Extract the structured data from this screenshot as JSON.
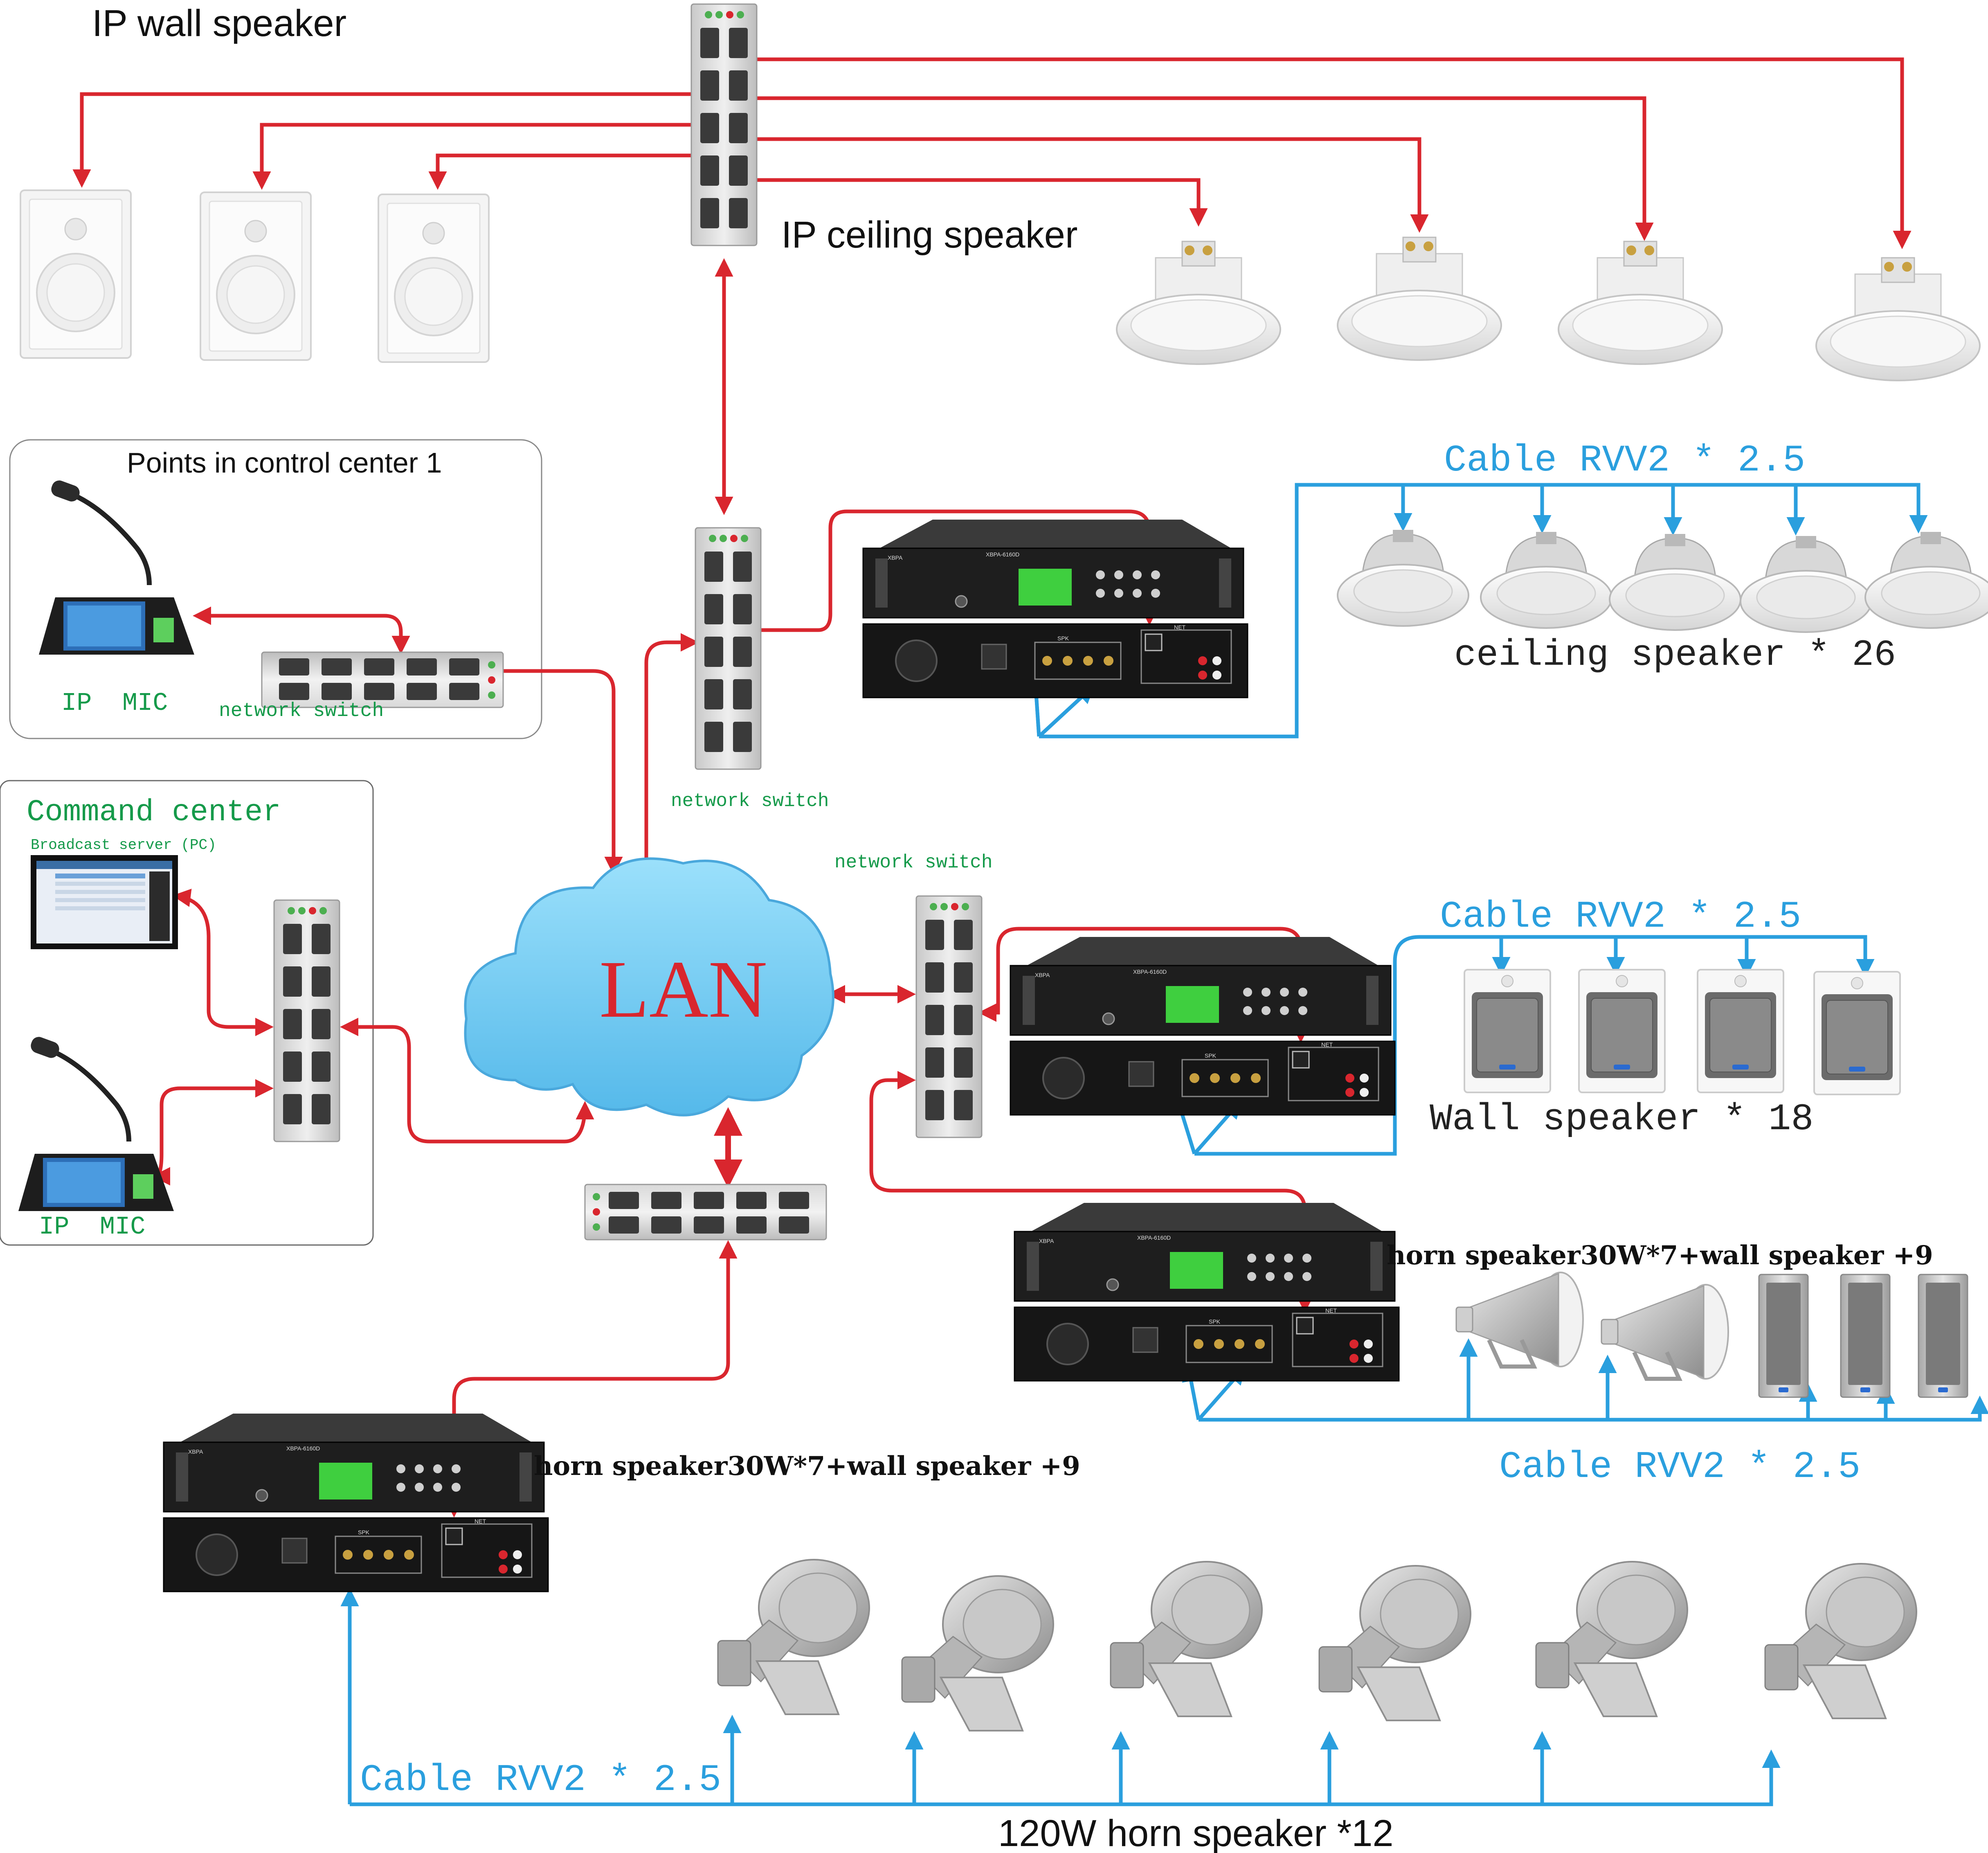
{
  "labels": {
    "ip_wall_speaker": "IP wall speaker",
    "ip_ceiling_speaker": "IP ceiling speaker",
    "points_control_center": "Points in control center 1",
    "ip_mic_1": "IP  MIC",
    "network_switch_cc": "network switch",
    "network_switch_mid": "network switch",
    "network_switch_right": "network switch",
    "command_center": "Command center",
    "broadcast_server": "Broadcast server (PC)",
    "ip_mic_2": "IP  MIC",
    "lan": "LAN",
    "cable_1": "Cable RVV2 * 2.5",
    "ceiling_speaker_count": "ceiling speaker * 26",
    "cable_2": "Cable RVV2 * 2.5",
    "wall_speaker_count": "Wall speaker * 18",
    "horn_wall_1": "horn speaker30W*7+wall speaker +9",
    "cable_3": "Cable RVV2 * 2.5",
    "horn_wall_2": "horn speaker30W*7+wall speaker +9",
    "cable_4": "Cable RVV2 * 2.5",
    "horn_120w": "120W horn speaker *12"
  },
  "device_text": {
    "amp_brand": "XBPA",
    "amp_model": "XBPA-6160D",
    "net_port": "NET",
    "spk_block": "SPK"
  },
  "colors": {
    "network_link": "#d9262e",
    "speaker_cable": "#2a9fde",
    "cloud": "#7fd0f5",
    "lan_text": "#d9262e",
    "green_label": "#159a4a",
    "blue_label": "#2a9fde"
  }
}
